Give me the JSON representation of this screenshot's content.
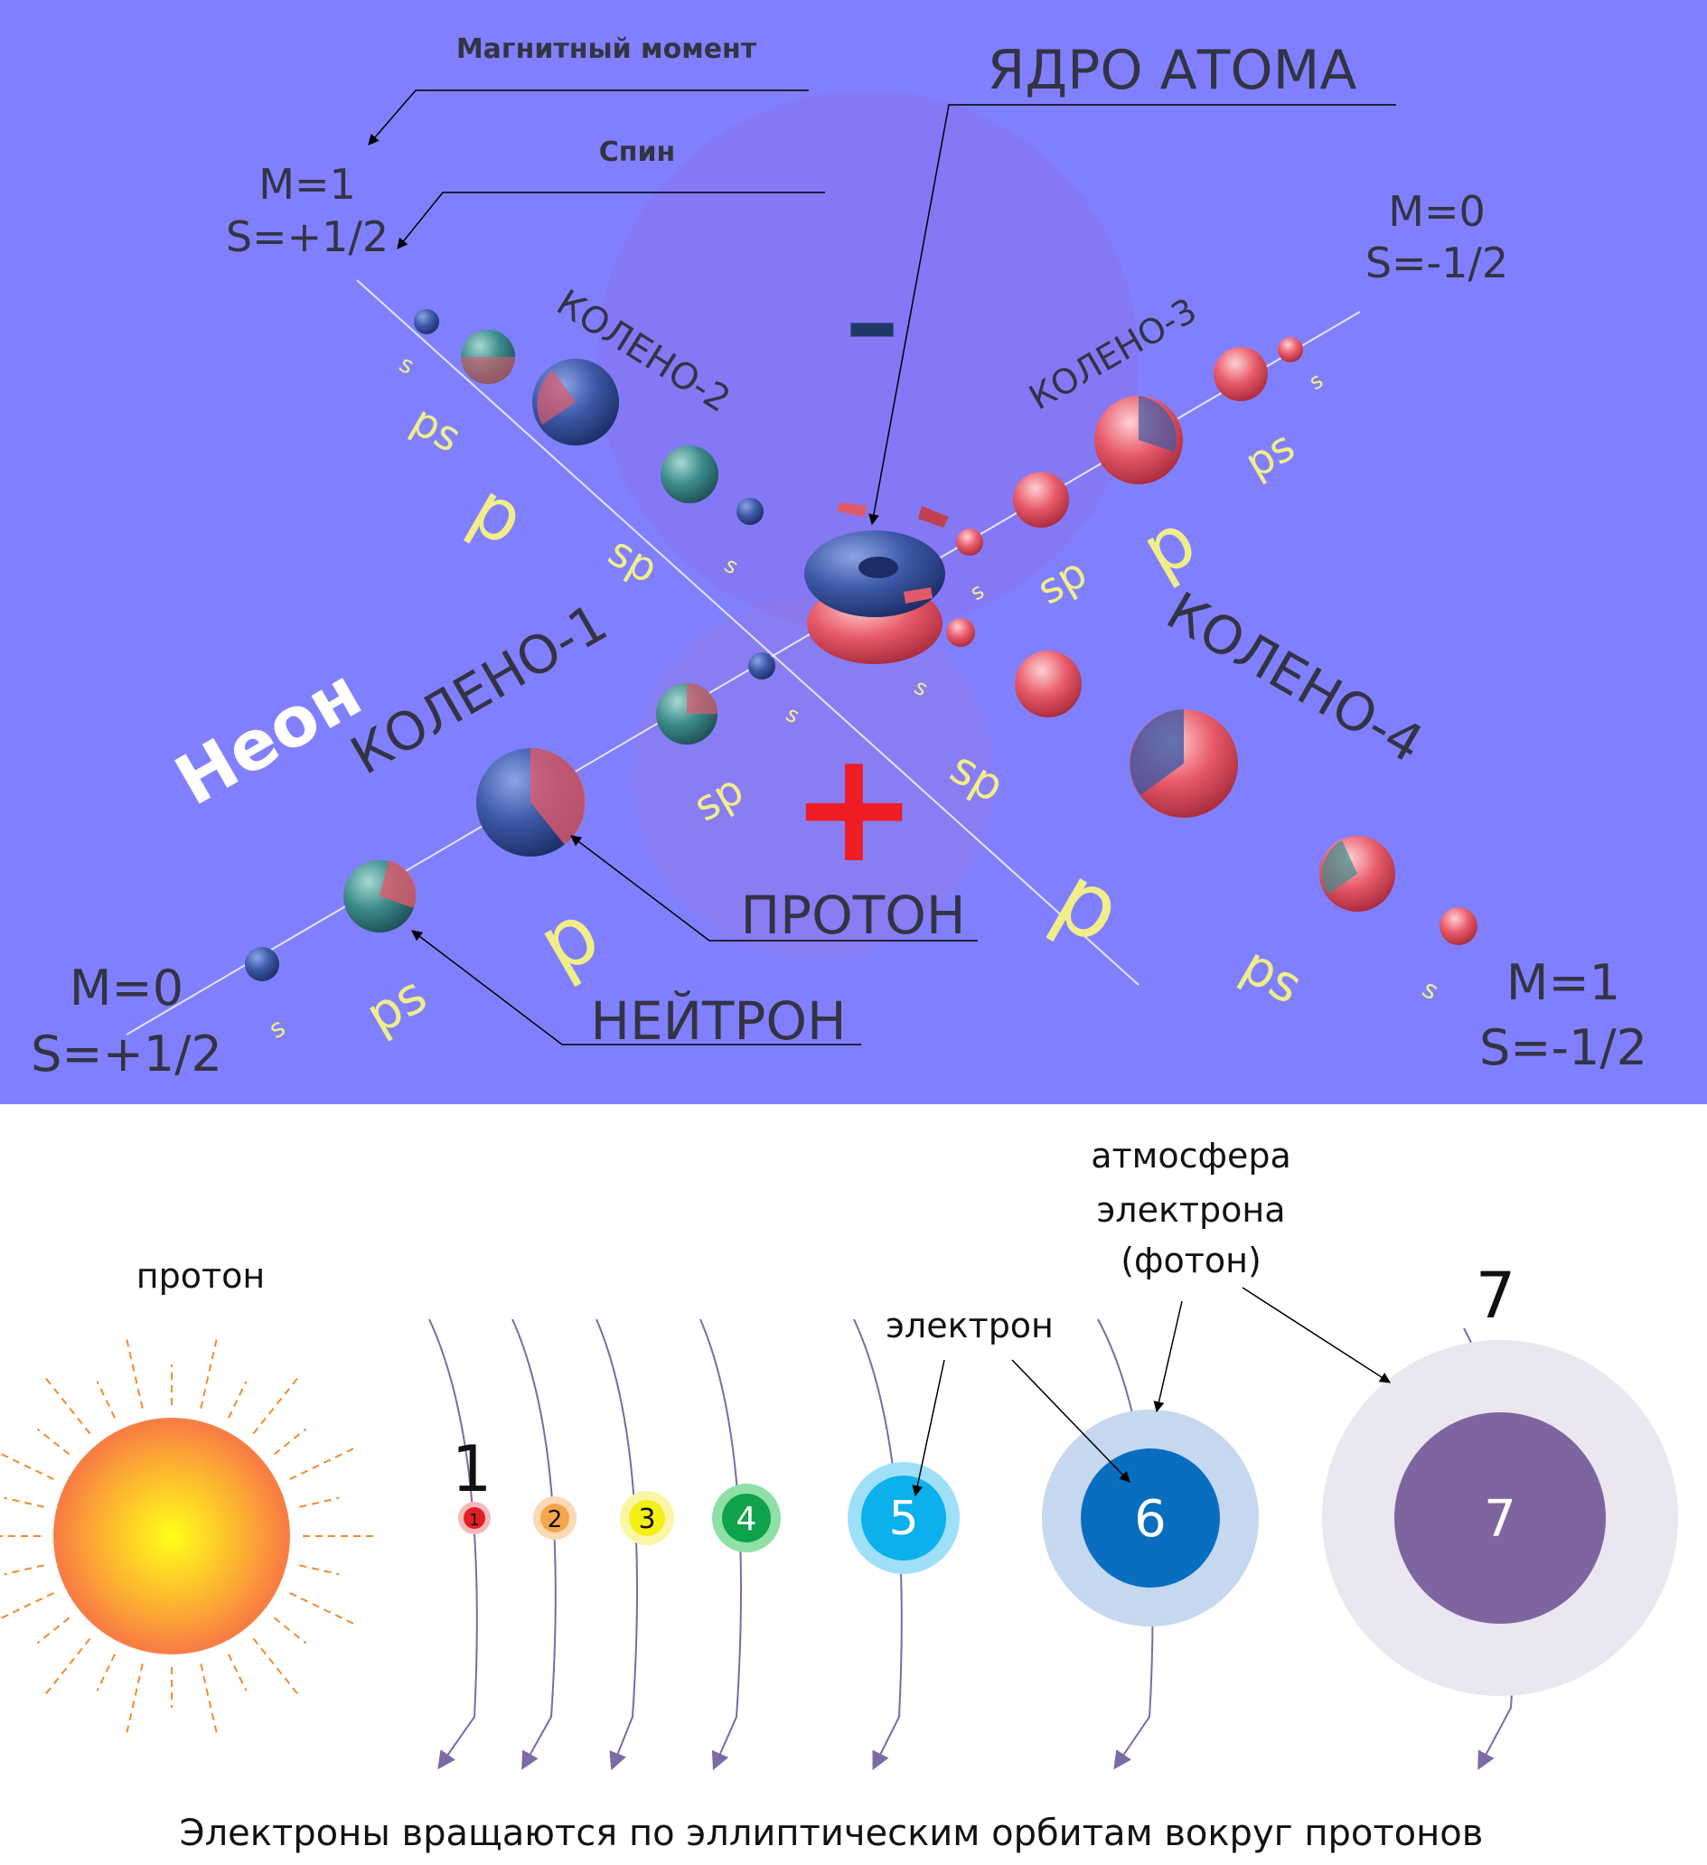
{
  "top": {
    "magnetic_moment_label": "Магнитный момент",
    "spin_label": "Спин",
    "nucleus_label": "ЯДРО АТОМА",
    "proton_label": "ПРОТОН",
    "neutron_label": "НЕЙТРОН",
    "neon_label": "Неон",
    "minus_sign": "–",
    "plus_sign": "+",
    "knees": [
      {
        "id": "knee-1",
        "label": "КОЛЕНО-1"
      },
      {
        "id": "knee-2",
        "label": "КОЛЕНО-2"
      },
      {
        "id": "knee-3",
        "label": "КОЛЕНО-3"
      },
      {
        "id": "knee-4",
        "label": "КОЛЕНО-4"
      }
    ],
    "corner_values": [
      {
        "id": "top-left",
        "m": "M=1",
        "s": "S=+1/2"
      },
      {
        "id": "top-right",
        "m": "M=0",
        "s": "S=-1/2"
      },
      {
        "id": "bottom-left",
        "m": "M=0",
        "s": "S=+1/2"
      },
      {
        "id": "bottom-right",
        "m": "M=1",
        "s": "S=-1/2"
      }
    ],
    "shell_labels": {
      "s": "s",
      "ps": "ps",
      "p": "p",
      "sp": "sp"
    },
    "colors": {
      "background": "#8080ff",
      "blue_sphere": "#3d5aa8",
      "red_sphere": "#e85a6a",
      "teal_sphere": "#3c8c8c",
      "yellow_text": "#f1ee8a"
    }
  },
  "bottom": {
    "proton_label": "протон",
    "electron_label": "электрон",
    "atmosphere_label_1": "атмосфера",
    "atmosphere_label_2": "электрона",
    "atmosphere_label_3": "(фотон)",
    "number_1": "1",
    "number_7": "7",
    "electrons": [
      {
        "num": "1",
        "color": "#e31e24",
        "halo": "#f6b9bb"
      },
      {
        "num": "2",
        "color": "#f7a54b",
        "halo": "#fcd9b6"
      },
      {
        "num": "3",
        "color": "#f4ef14",
        "halo": "#f9f7a6"
      },
      {
        "num": "4",
        "color": "#0ea24a",
        "halo": "#8fe0a6"
      },
      {
        "num": "5",
        "color": "#0bb0ec",
        "halo": "#9ee0f8"
      },
      {
        "num": "6",
        "color": "#0a6ec0",
        "halo": "#c5d8ef"
      },
      {
        "num": "7",
        "color": "#7f659f",
        "halo": "#eae7f0"
      }
    ],
    "caption": "Электроны вращаются по эллиптическим орбитам вокруг протонов"
  }
}
